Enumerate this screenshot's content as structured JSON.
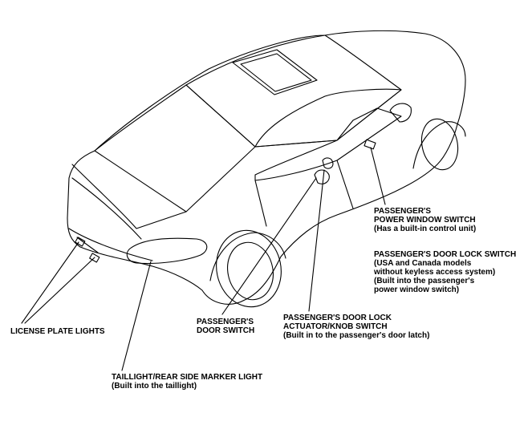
{
  "colors": {
    "line": "#000000",
    "background": "#ffffff"
  },
  "labels": {
    "license_plate": {
      "line1": "LICENSE PLATE LIGHTS"
    },
    "taillight": {
      "line1": "TAILLIGHT/REAR SIDE MARKER LIGHT",
      "line2": "(Built into the taillight)"
    },
    "door_switch": {
      "line1": "PASSENGER'S",
      "line2": "DOOR SWITCH"
    },
    "actuator": {
      "line1": "PASSENGER'S DOOR LOCK",
      "line2": "ACTUATOR/KNOB SWITCH",
      "line3": "(Built in to the passenger's door latch)"
    },
    "power_window": {
      "line1": "PASSENGER'S",
      "line2": "POWER WINDOW SWITCH",
      "line3": "(Has a built-in control unit)"
    },
    "door_lock_switch": {
      "line1": "PASSENGER'S DOOR LOCK SWITCH",
      "line2": "(USA and Canada models",
      "line3": "without keyless access system)",
      "line4": "(Built into the passenger's",
      "line5": "power window switch)"
    }
  }
}
